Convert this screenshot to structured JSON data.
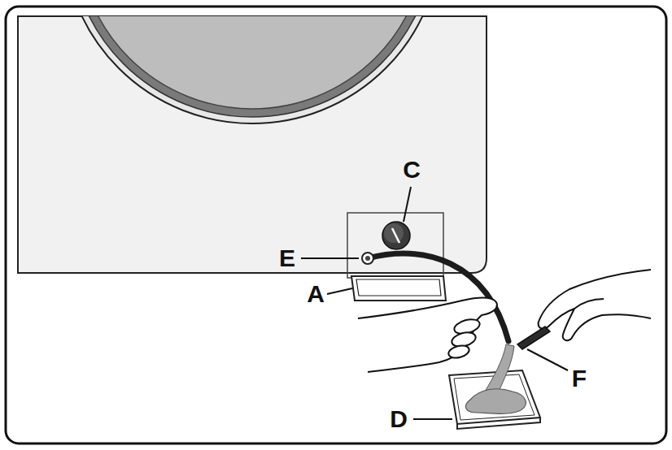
{
  "diagram": {
    "labels": [
      "C",
      "E",
      "A",
      "F",
      "D"
    ]
  }
}
